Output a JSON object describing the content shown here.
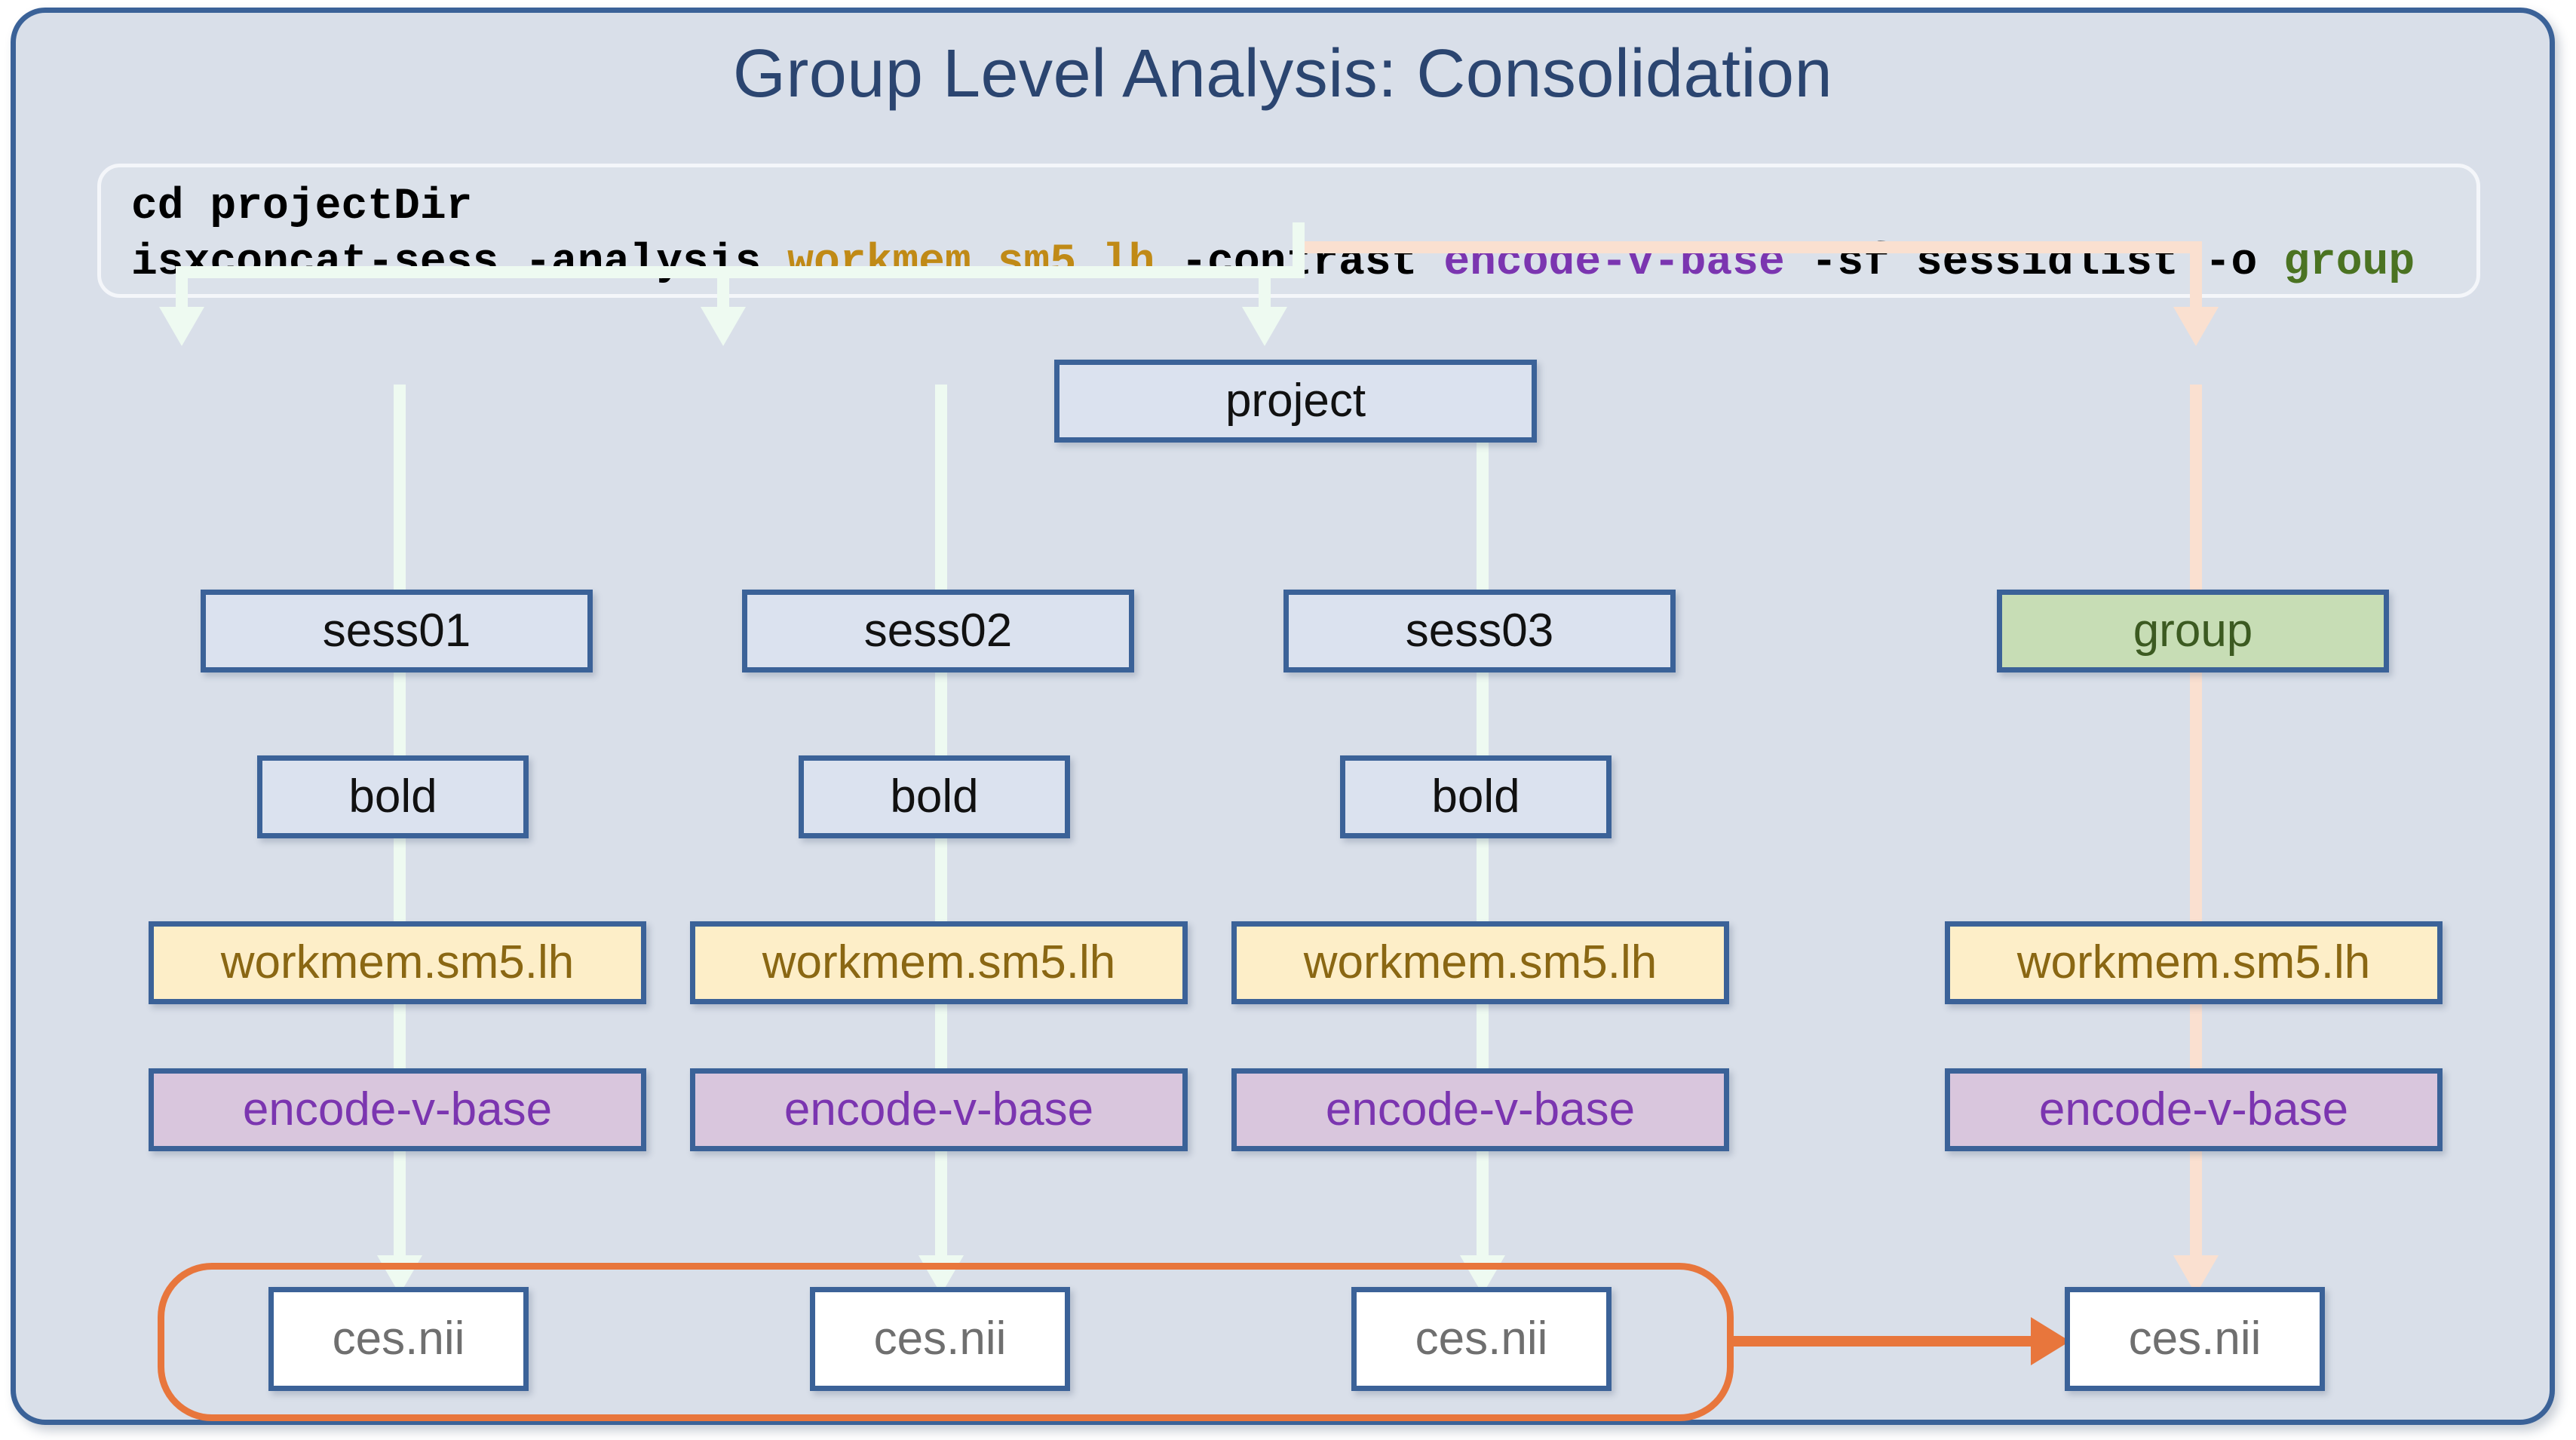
{
  "figure": {
    "title": "Group Level Analysis: Consolidation",
    "title_color": "#2b4570",
    "frame_border_color": "#3b6298",
    "background_color": "#d9dfe9"
  },
  "command_panel": {
    "line1": "cd projectDir",
    "line2_prefix": "isxconcat-sess -analysis ",
    "analysis_value": "workmem.sm5.lh",
    "contrast_flag": " -contrast ",
    "contrast_value": "encode-v-base",
    "sessid_flag": " -sf sessidlist -o ",
    "output_value": "group",
    "analysis_color": "#c08a16",
    "contrast_color": "#7b35b0",
    "output_color": "#4b7322"
  },
  "tree": {
    "root": {
      "label": "project"
    },
    "sessions": [
      {
        "label": "sess01"
      },
      {
        "label": "sess02"
      },
      {
        "label": "sess03"
      }
    ],
    "group": {
      "label": "group"
    },
    "bold_label": "bold",
    "analysis_label": "workmem.sm5.lh",
    "contrast_label": "encode-v-base",
    "file_label": "ces.nii",
    "colors": {
      "dir_fill": "#dbe2ef",
      "group_fill": "#c7ddb5",
      "group_text": "#3c5a21",
      "analysis_fill": "#fdeec8",
      "analysis_text": "#8a6713",
      "contrast_fill": "#d9c6dd",
      "contrast_text": "#7b35b0",
      "file_fill": "#ffffff",
      "file_text": "#6f6f6f",
      "node_border": "#3b6298",
      "connector": "#eefaf1",
      "group_connector": "#fae0d0",
      "consolidation_outline": "#e8763c"
    }
  }
}
